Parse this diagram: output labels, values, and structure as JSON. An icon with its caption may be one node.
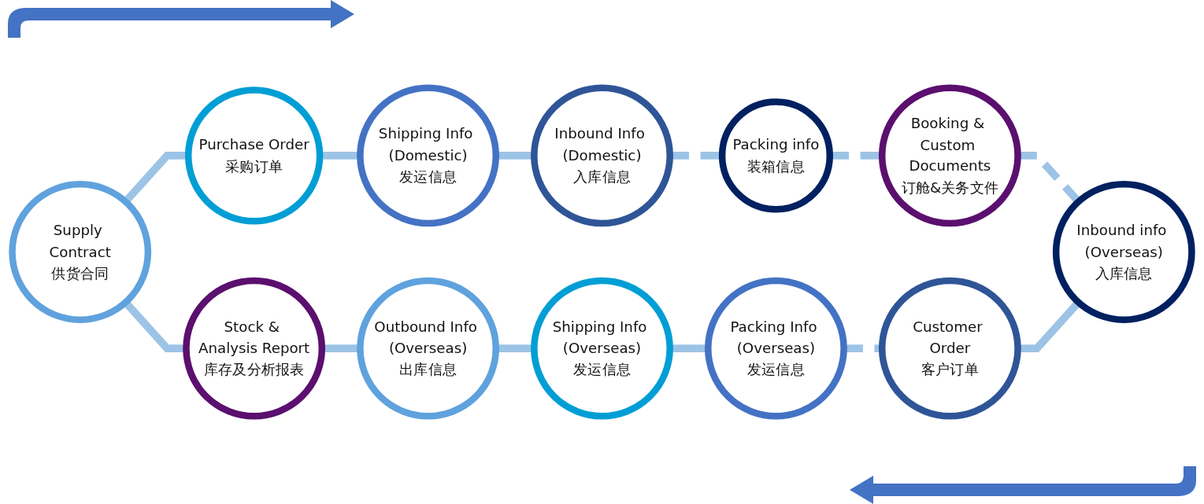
{
  "diagram": {
    "nodes": [
      {
        "text": [
          "Supply Contract",
          "供货合同"
        ]
      },
      {
        "text": [
          "Purchase Order",
          "采购订单"
        ]
      },
      {
        "text": [
          "Shipping Info (Domestic)",
          "发运信息"
        ]
      },
      {
        "text": [
          "Inbound Info (Domestic)",
          "入库信息"
        ]
      },
      {
        "text": [
          "Packing info",
          "装箱信息"
        ]
      },
      {
        "text": [
          "Booking & Custom Documents",
          "订舱&关务文件"
        ]
      },
      {
        "text": [
          "Stock & Analysis Report",
          "库存及分析报表"
        ]
      },
      {
        "text": [
          "Outbound Info (Overseas)",
          "出库信息"
        ]
      },
      {
        "text": [
          "Shipping Info (Overseas)",
          "发运信息"
        ]
      },
      {
        "text": [
          "Packing Info (Overseas)",
          "发运信息"
        ]
      },
      {
        "text": [
          "Customer Order",
          "客户订单"
        ]
      },
      {
        "text": [
          "Inbound info (Overseas)",
          "入库信息"
        ]
      }
    ],
    "edges": [
      {
        "from": 0,
        "to": 1,
        "arrow": "none"
      },
      {
        "from": 1,
        "to": 2,
        "arrow": "none"
      },
      {
        "from": 2,
        "to": 3,
        "arrow": "none"
      },
      {
        "from": 3,
        "to": 4,
        "arrow": "none",
        "style": "dashed"
      },
      {
        "from": 4,
        "to": 5,
        "arrow": "none",
        "style": "dashed"
      },
      {
        "from": 5,
        "to": 11,
        "arrow": "none",
        "style": "dashed"
      },
      {
        "from": 10,
        "to": 11,
        "arrow": "none"
      },
      {
        "from": 9,
        "to": 10,
        "arrow": "none",
        "style": "dashed"
      },
      {
        "from": 8,
        "to": 9,
        "arrow": "none"
      },
      {
        "from": 7,
        "to": 8,
        "arrow": "none"
      },
      {
        "from": 6,
        "to": 7,
        "arrow": "none"
      },
      {
        "from": 0,
        "to": 6,
        "arrow": "none"
      }
    ]
  }
}
